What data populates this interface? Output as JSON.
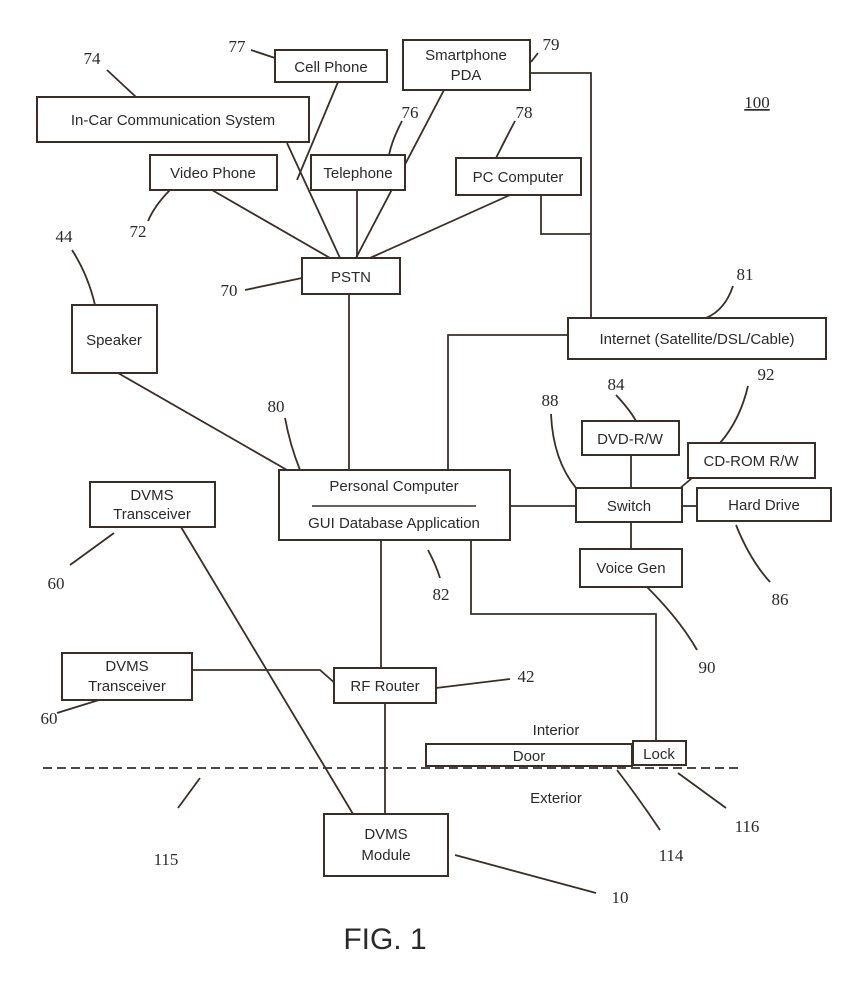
{
  "ref_100": "100",
  "figure_caption": "FIG. 1",
  "nodes": {
    "cell_phone": "Cell Phone",
    "smartphone_line1": "Smartphone",
    "smartphone_line2": "PDA",
    "in_car": "In-Car Communication System",
    "video_phone": "Video Phone",
    "telephone": "Telephone",
    "pc_computer": "PC Computer",
    "pstn": "PSTN",
    "speaker": "Speaker",
    "internet": "Internet (Satellite/DSL/Cable)",
    "dvd": "DVD-R/W",
    "cdrom": "CD-ROM R/W",
    "switch": "Switch",
    "hard_drive": "Hard Drive",
    "voice_gen": "Voice Gen",
    "pc_line1": "Personal Computer",
    "pc_line2": "GUI Database Application",
    "dvms_tx_top_line1": "DVMS",
    "dvms_tx_top_line2": "Transceiver",
    "dvms_tx_mid_line1": "DVMS",
    "dvms_tx_mid_line2": "Transceiver",
    "rf_router": "RF Router",
    "door": "Door",
    "lock": "Lock",
    "dvms_module_line1": "DVMS",
    "dvms_module_line2": "Module"
  },
  "zones": {
    "interior": "Interior",
    "exterior": "Exterior"
  },
  "refs": {
    "r74": "74",
    "r77": "77",
    "r79": "79",
    "r76": "76",
    "r78": "78",
    "r72": "72",
    "r44": "44",
    "r70": "70",
    "r81": "81",
    "r84": "84",
    "r92": "92",
    "r88": "88",
    "r80": "80",
    "r60a": "60",
    "r86": "86",
    "r82": "82",
    "r90": "90",
    "r42": "42",
    "r60b": "60",
    "r116": "116",
    "r115": "115",
    "r114": "114",
    "r10": "10"
  }
}
